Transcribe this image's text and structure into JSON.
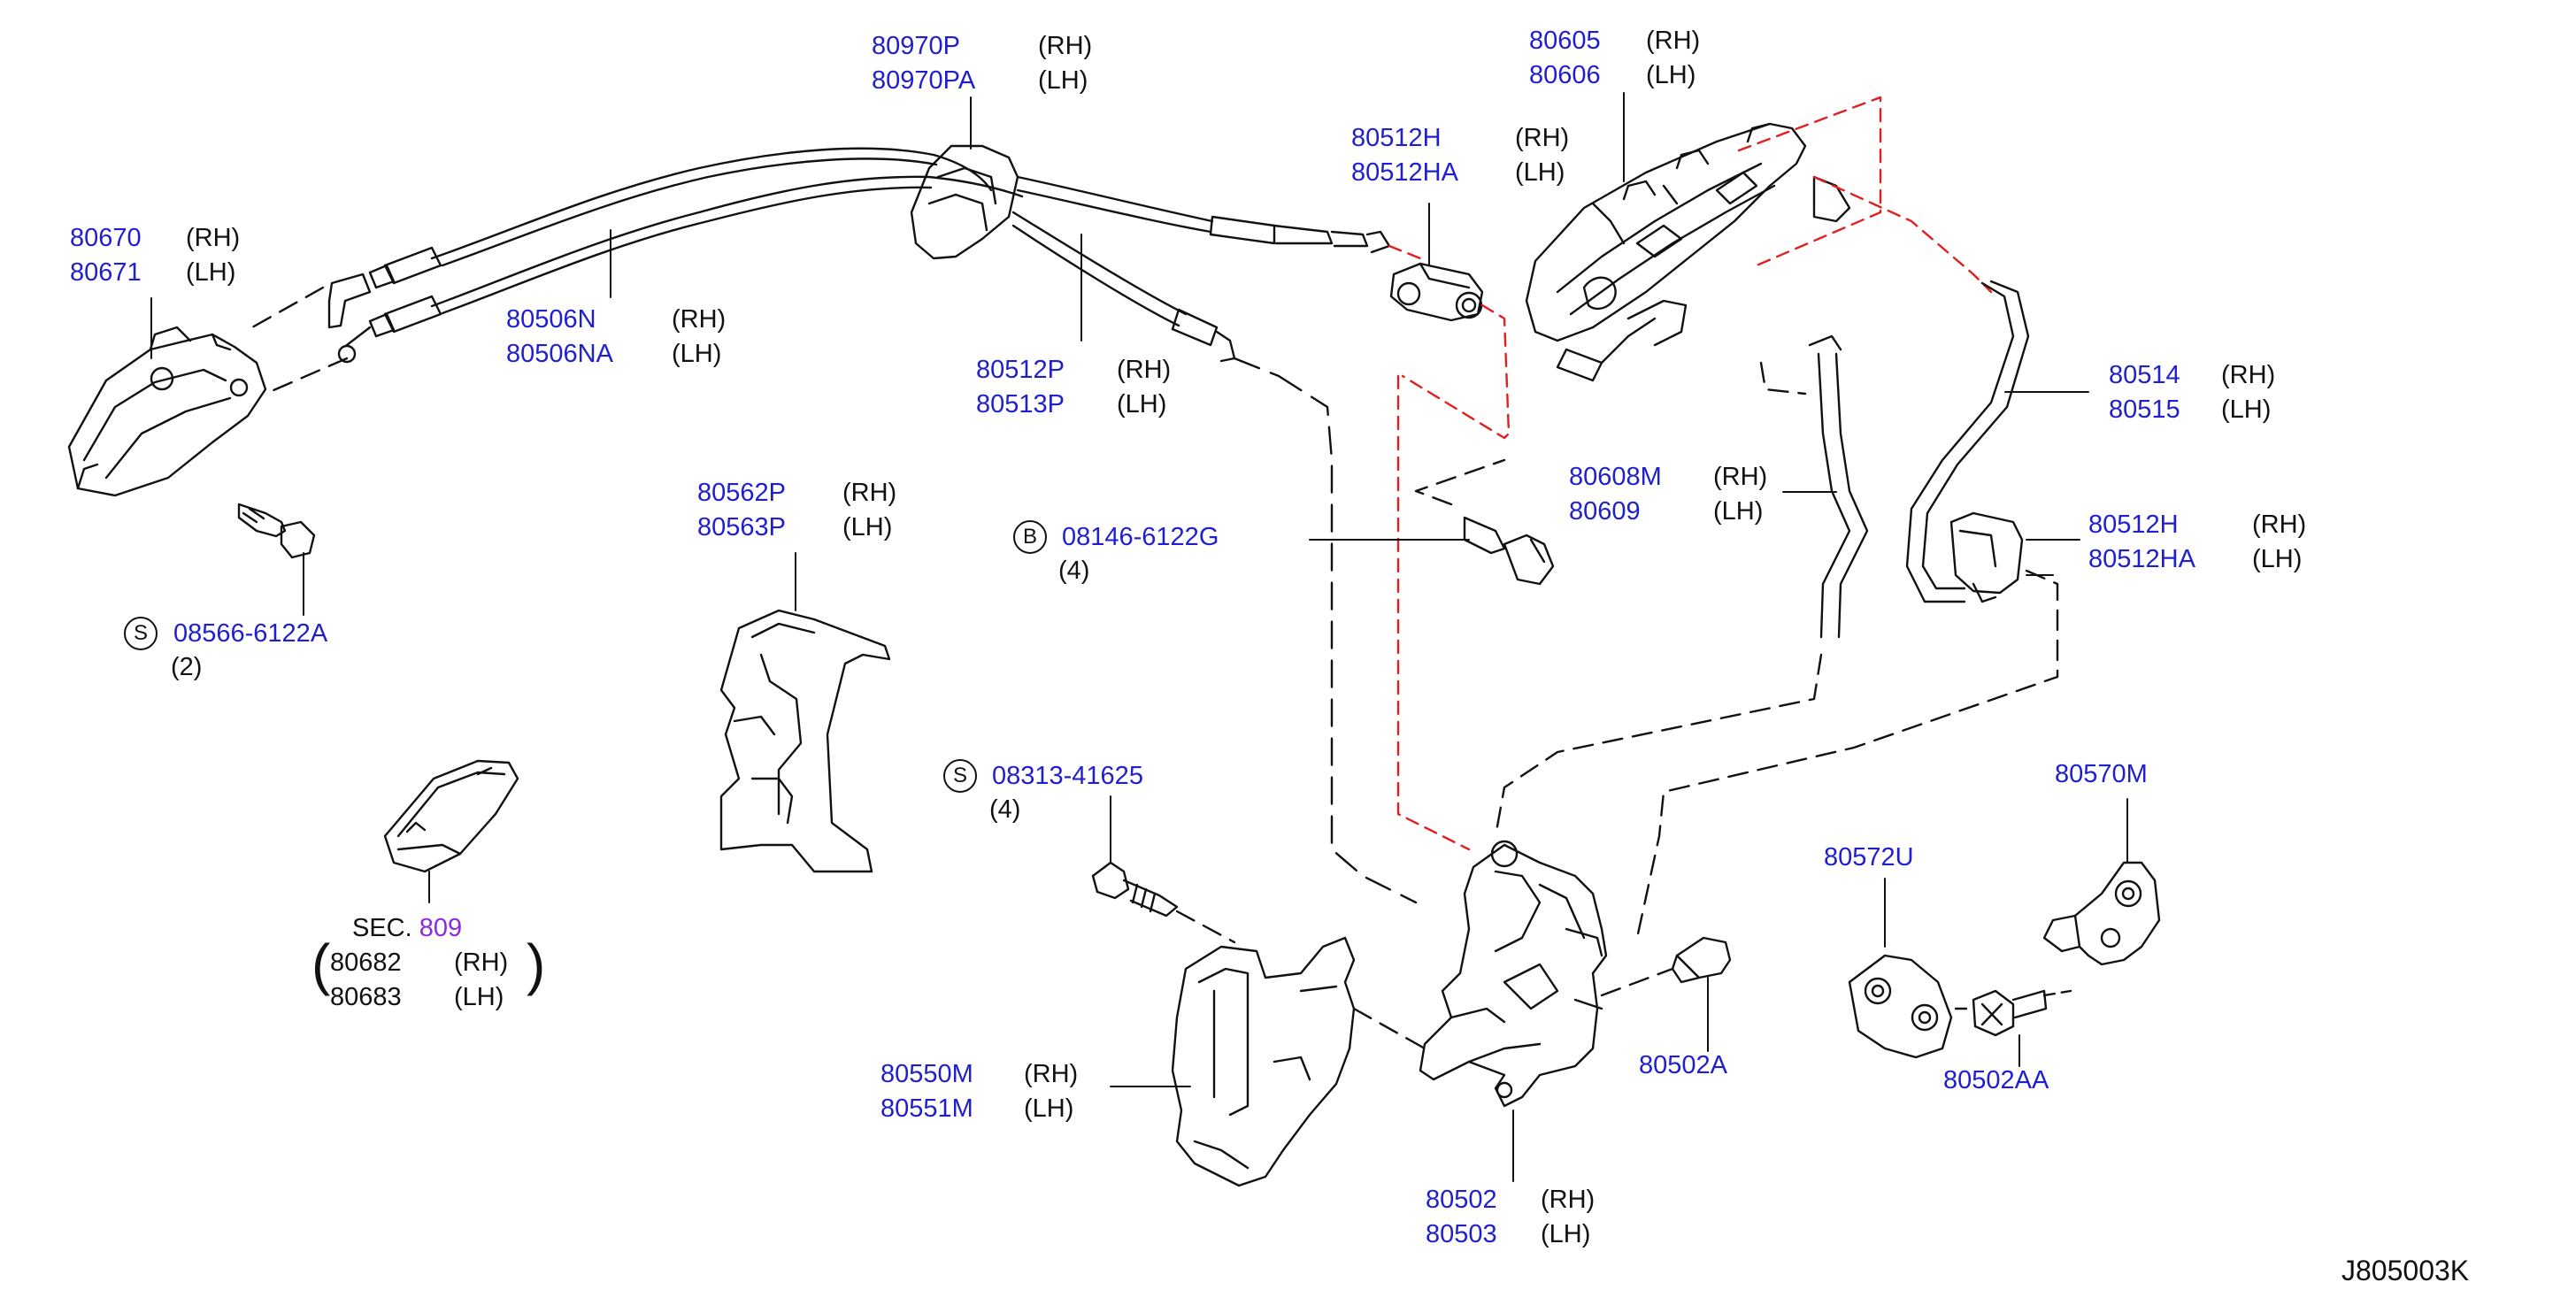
{
  "labels": {
    "p80970P": {
      "part": "80970P",
      "side": "(RH)"
    },
    "p80970PA": {
      "part": "80970PA",
      "side": "(LH)"
    },
    "p80605": {
      "part": "80605",
      "side": "(RH)"
    },
    "p80606": {
      "part": "80606",
      "side": "(LH)"
    },
    "p80512H_a": {
      "part": "80512H",
      "side": "(RH)"
    },
    "p80512HA_a": {
      "part": "80512HA",
      "side": "(LH)"
    },
    "p80670": {
      "part": "80670",
      "side": "(RH)"
    },
    "p80671": {
      "part": "80671",
      "side": "(LH)"
    },
    "p80506N": {
      "part": "80506N",
      "side": "(RH)"
    },
    "p80506NA": {
      "part": "80506NA",
      "side": "(LH)"
    },
    "p80512P": {
      "part": "80512P",
      "side": "(RH)"
    },
    "p80513P": {
      "part": "80513P",
      "side": "(LH)"
    },
    "p80514": {
      "part": "80514",
      "side": "(RH)"
    },
    "p80515": {
      "part": "80515",
      "side": "(LH)"
    },
    "p80608M": {
      "part": "80608M",
      "side": "(RH)"
    },
    "p80609": {
      "part": "80609",
      "side": "(LH)"
    },
    "p80562P": {
      "part": "80562P",
      "side": "(RH)"
    },
    "p80563P": {
      "part": "80563P",
      "side": "(LH)"
    },
    "p80512H_b": {
      "part": "80512H",
      "side": "(RH)"
    },
    "p80512HA_b": {
      "part": "80512HA",
      "side": "(LH)"
    },
    "p80570M": {
      "part": "80570M"
    },
    "p80572U": {
      "part": "80572U"
    },
    "p80502A": {
      "part": "80502A"
    },
    "p80502AA": {
      "part": "80502AA"
    },
    "p80550M": {
      "part": "80550M",
      "side": "(RH)"
    },
    "p80551M": {
      "part": "80551M",
      "side": "(LH)"
    },
    "p80502": {
      "part": "80502",
      "side": "(RH)"
    },
    "p80503": {
      "part": "80503",
      "side": "(LH)"
    }
  },
  "fasteners": {
    "screw_s1": {
      "symbol": "S",
      "part": "08566-6122A",
      "qty": "(2)"
    },
    "bolt_b": {
      "symbol": "B",
      "part": "08146-6122G",
      "qty": "(4)"
    },
    "screw_s2": {
      "symbol": "S",
      "part": "08313-41625",
      "qty": "(4)"
    }
  },
  "section_ref": {
    "prefix": "SEC.",
    "number": "809",
    "items": [
      {
        "part": "80682",
        "side": "(RH)"
      },
      {
        "part": "80683",
        "side": "(LH)"
      }
    ]
  },
  "diagram_code": "J805003K",
  "colors": {
    "part_number": "#1f1fd0",
    "section": "#8a2be2",
    "line": "#111111",
    "red_dash": "#e02020"
  }
}
